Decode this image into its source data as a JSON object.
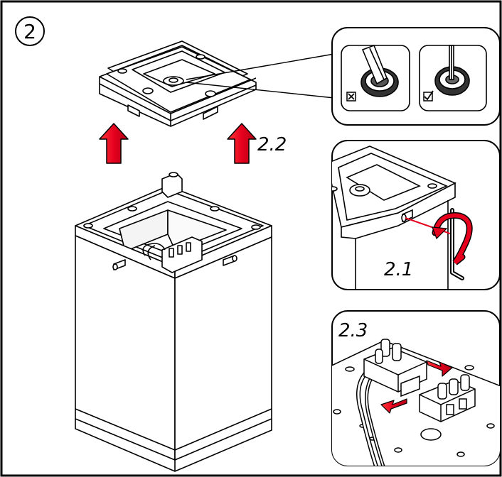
{
  "step": {
    "number": "2"
  },
  "labels": {
    "lift": "2.2",
    "tool": "2.1",
    "connector": "2.3"
  },
  "colors": {
    "ink": "#000000",
    "arrow": "#e6001e",
    "arrow_dark": "#b00014",
    "paper": "#ffffff"
  },
  "icons": {
    "wrong": "cross-box-icon",
    "right": "check-box-icon"
  }
}
